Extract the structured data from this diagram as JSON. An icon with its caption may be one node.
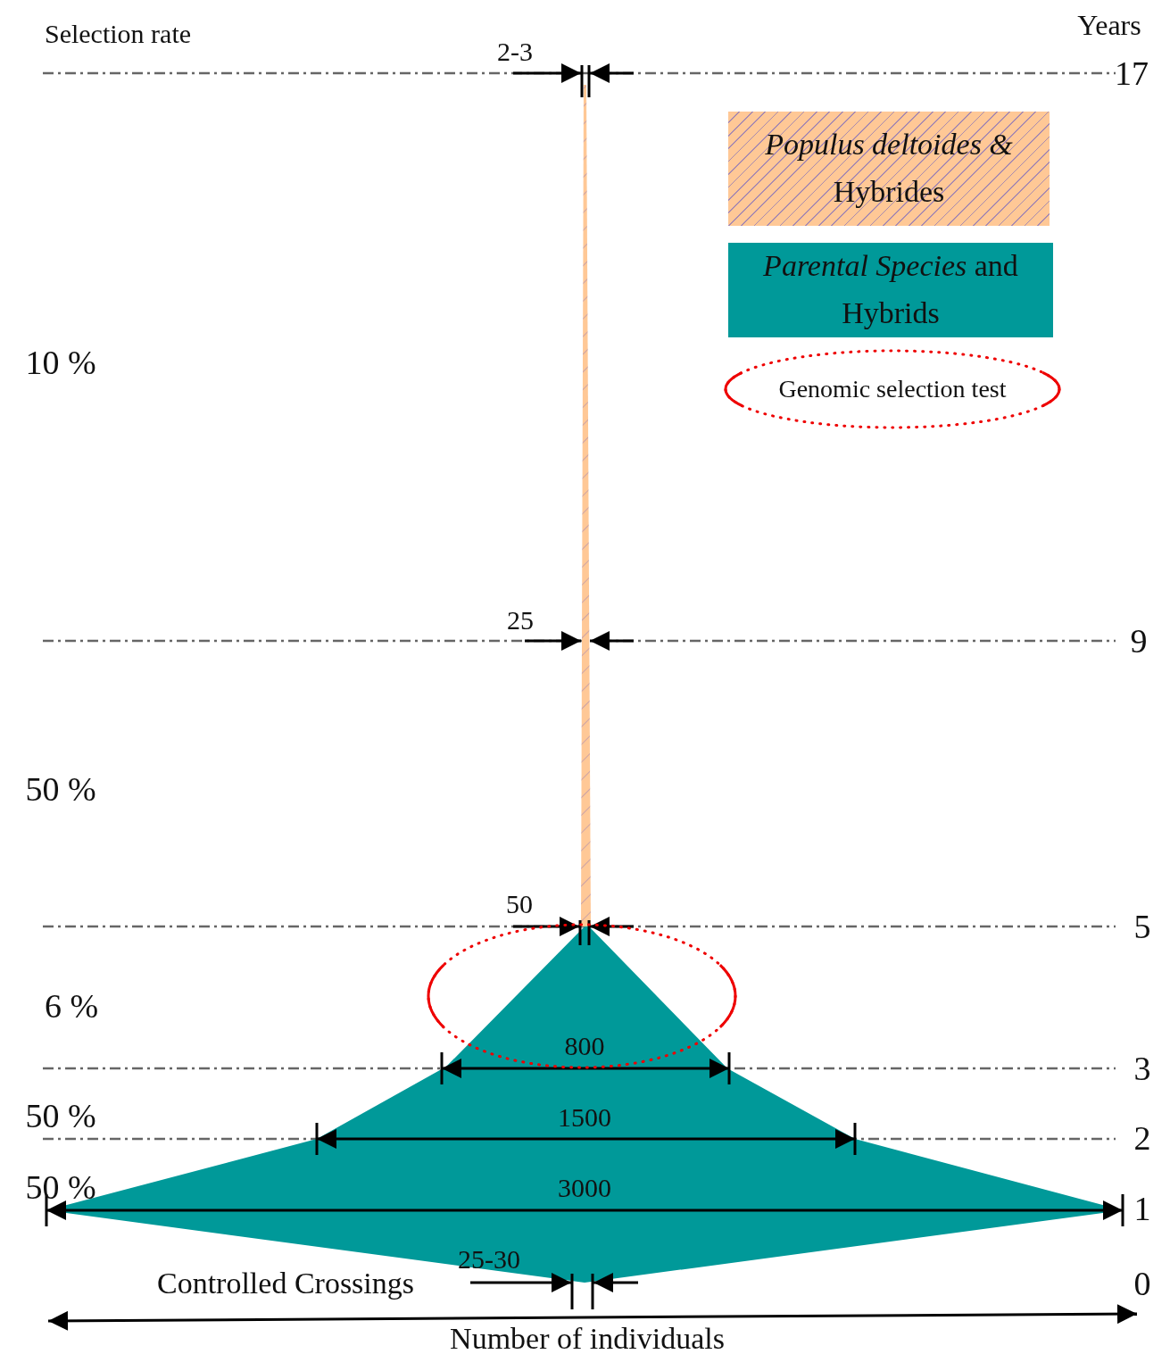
{
  "diagram": {
    "labels": [
      "Selection rate",
      "Years",
      "2-3",
      "17",
      "10 %",
      "25",
      "9",
      "50 %",
      "50",
      "5",
      "6 %",
      "800",
      "3",
      "50 %",
      "1500",
      "2",
      "50 %",
      "3000",
      "1",
      "25-30",
      "Controlled Crossings",
      "0",
      "Number of individuals"
    ],
    "legend": [
      {
        "text": "*Populus deltoides &* Hybrides",
        "color": "#ffc896"
      },
      {
        "text": "*Parental Species* and Hybrids",
        "color": "#009999"
      },
      {
        "text": "Genomic selection test"
      }
    ]
  }
}
